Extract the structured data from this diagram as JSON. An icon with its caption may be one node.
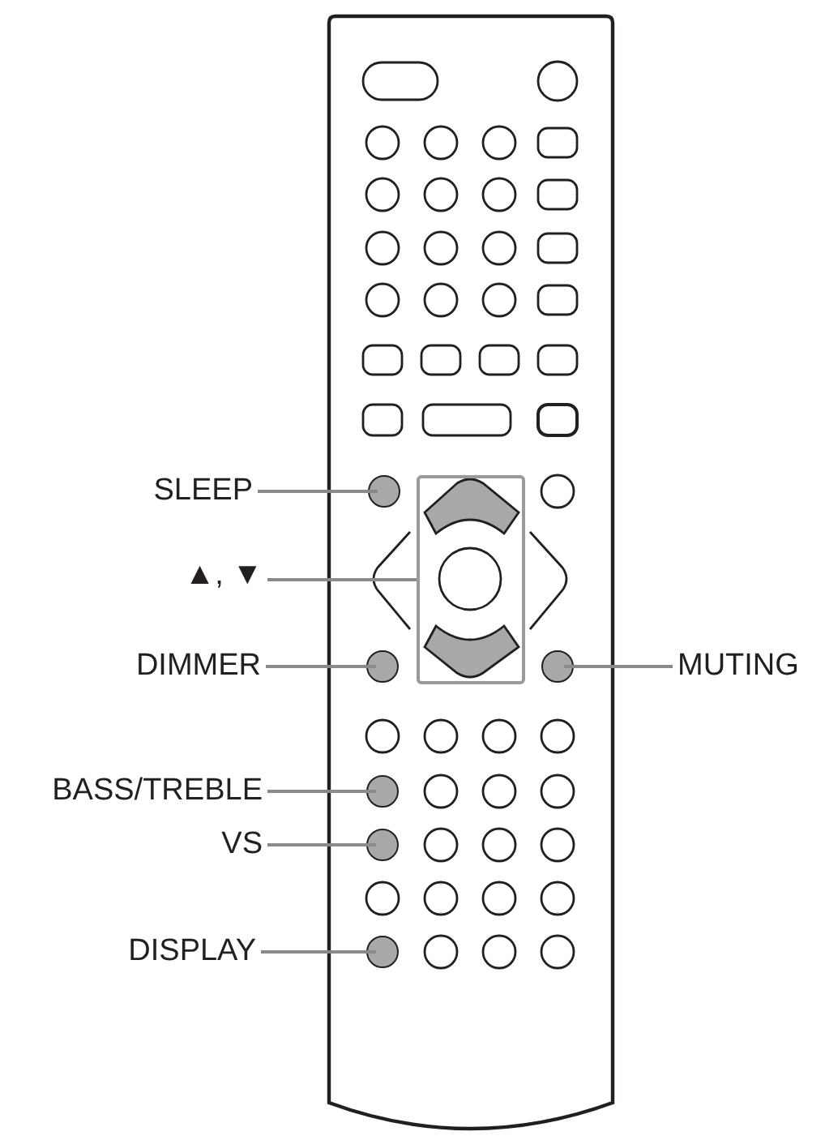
{
  "diagram": {
    "nodes": [
      {
        "text": [
          "SLEEP"
        ]
      },
      {
        "text": [],
        "shape": "circle"
      },
      {
        "text": [
          "▲, ▼"
        ]
      },
      {
        "text": [],
        "shape": "box"
      },
      {
        "text": [
          "DIMMER"
        ]
      },
      {
        "text": [],
        "shape": "circle"
      },
      {
        "text": [
          "MUTING"
        ]
      },
      {
        "text": [],
        "shape": "circle"
      },
      {
        "text": [
          "BASS/TREBLE"
        ]
      },
      {
        "text": [],
        "shape": "circle"
      },
      {
        "text": [
          "VS"
        ]
      },
      {
        "text": [],
        "shape": "circle"
      },
      {
        "text": [
          "DISPLAY"
        ]
      },
      {
        "text": [],
        "shape": "circle"
      }
    ],
    "edges": [
      {
        "from": 0,
        "to": 1,
        "arrow": "none"
      },
      {
        "from": 2,
        "to": 3,
        "arrow": "none"
      },
      {
        "from": 4,
        "to": 5,
        "arrow": "none"
      },
      {
        "from": 6,
        "to": 7,
        "arrow": "none"
      },
      {
        "from": 8,
        "to": 9,
        "arrow": "none"
      },
      {
        "from": 10,
        "to": 11,
        "arrow": "none"
      },
      {
        "from": 12,
        "to": 13,
        "arrow": "none"
      }
    ]
  }
}
